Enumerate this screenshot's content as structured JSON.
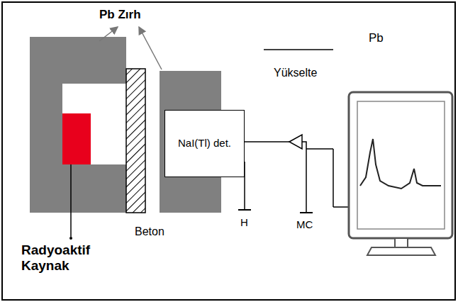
{
  "diagram": {
    "nodes": [
      {
        "text": [
          "NaI(Tl) det."
        ]
      }
    ],
    "labels": [
      "Pb Zırh",
      "Pb",
      "Yükselte",
      "Radyoaktif Kaynak",
      "Beton",
      "H",
      "MC"
    ]
  }
}
